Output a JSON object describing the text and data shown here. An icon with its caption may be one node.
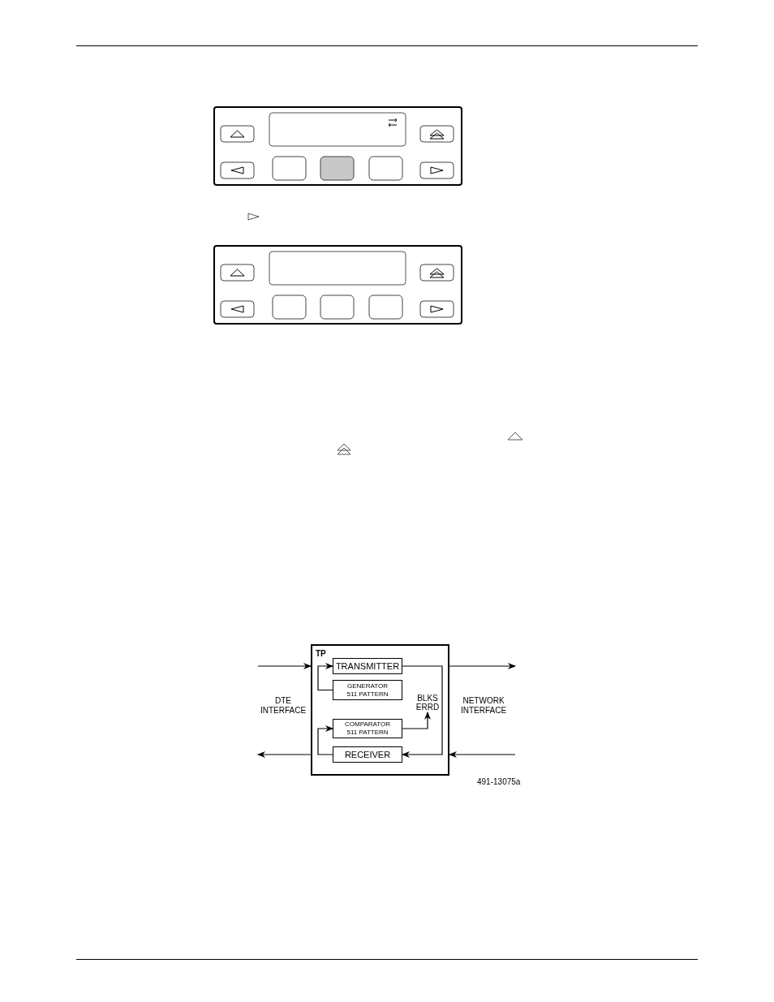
{
  "diagram": {
    "nodes": [
      {
        "text": [
          "TP"
        ]
      },
      {
        "text": [
          "TRANSMITTER"
        ],
        "in": 0
      },
      {
        "text": [
          "GENERATOR 511 PATTERN"
        ],
        "in": 0
      },
      {
        "text": [
          "COMPARATOR 511 PATTERN"
        ],
        "in": 0
      },
      {
        "text": [
          "RECEIVER"
        ],
        "in": 0
      },
      {
        "text": [
          "BLKS ERRD"
        ],
        "in": 0
      }
    ],
    "edges": [
      {
        "from": null,
        "to": 0,
        "arrow": "to"
      },
      {
        "from": 0,
        "to": null,
        "arrow": "to"
      },
      {
        "from": null,
        "to": 0,
        "arrow": "to"
      },
      {
        "from": 0,
        "to": null,
        "arrow": "to"
      },
      {
        "from": 2,
        "to": 1,
        "arrow": "to"
      },
      {
        "from": 1,
        "to": 4,
        "arrow": "to"
      },
      {
        "from": 3,
        "to": 5,
        "arrow": "to"
      },
      {
        "from": 4,
        "to": 3,
        "arrow": "to"
      }
    ],
    "labels": [
      "DTE INTERFACE",
      "NETWORK INTERFACE",
      "491-13075a"
    ]
  }
}
